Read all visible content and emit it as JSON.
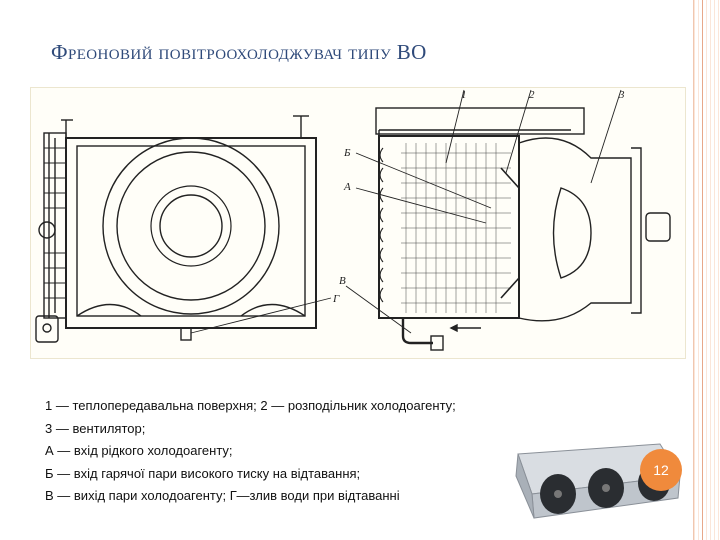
{
  "slide": {
    "title": "Фреоновий повітроохолоджувач типу ВО",
    "page_number": "12",
    "accent_color": "#f08a3c",
    "title_color": "#2f4a7a"
  },
  "diagram": {
    "callouts": {
      "n1": "1",
      "n2": "2",
      "n3": "3",
      "b": "Б",
      "a": "А",
      "v": "В",
      "g": "Г"
    }
  },
  "legend": {
    "lines": [
      "1 — теплопередавальна поверхня; 2 — розподільник холодоагенту;",
      "3 — вентилятор;",
      "А — вхід рідкого холодоагенту;",
      "Б — вхід гарячої пари високого тиску на відтавання;",
      "В — вихід пари холодоагенту; Г—злив води при відтаванні"
    ]
  },
  "photo": {
    "icon": "air-cooler-photo-icon"
  }
}
